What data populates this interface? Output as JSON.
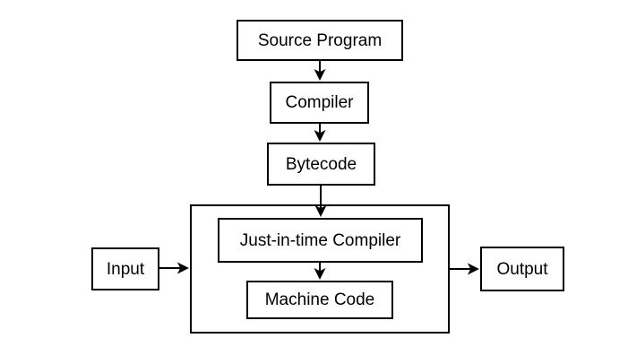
{
  "diagram": {
    "type": "flowchart",
    "colors": {
      "background": "#ffffff",
      "line": "#000000",
      "box_fill": "#ffffff",
      "text": "#000000"
    },
    "nodes": {
      "source_program": {
        "label": "Source Program"
      },
      "compiler": {
        "label": "Compiler"
      },
      "bytecode": {
        "label": "Bytecode"
      },
      "runtime_container": {
        "label": ""
      },
      "jit_compiler": {
        "label": "Just-in-time Compiler"
      },
      "machine_code": {
        "label": "Machine Code"
      },
      "input": {
        "label": "Input"
      },
      "output": {
        "label": "Output"
      }
    },
    "edges": [
      {
        "from": "source_program",
        "to": "compiler",
        "direction": "down"
      },
      {
        "from": "compiler",
        "to": "bytecode",
        "direction": "down"
      },
      {
        "from": "bytecode",
        "to": "jit_compiler",
        "direction": "down"
      },
      {
        "from": "jit_compiler",
        "to": "machine_code",
        "direction": "down"
      },
      {
        "from": "input",
        "to": "runtime_container",
        "direction": "right"
      },
      {
        "from": "runtime_container",
        "to": "output",
        "direction": "right"
      }
    ]
  }
}
